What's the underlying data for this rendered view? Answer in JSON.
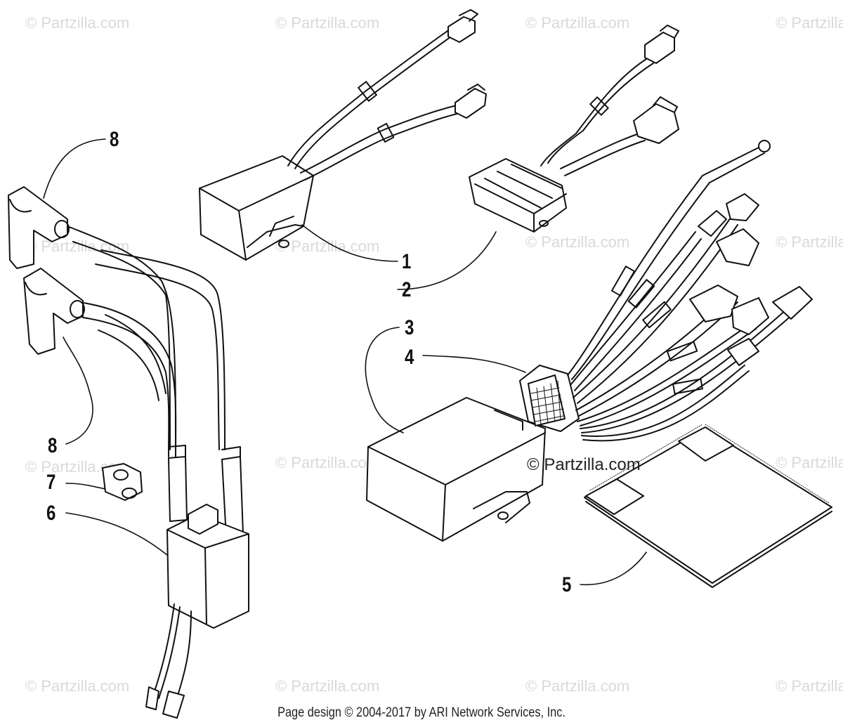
{
  "watermark_text": "© Partzilla.com",
  "center_watermark": "© Partzilla.com",
  "footer": "Page design © 2004-2017 by ARI Network Services, Inc.",
  "callouts": {
    "c1": "1",
    "c2": "2",
    "c3": "3",
    "c4": "4",
    "c5": "5",
    "c6": "6",
    "c7": "7",
    "c8a": "8",
    "c8b": "8"
  },
  "colors": {
    "line": "#111111",
    "watermark": "#d9d9d9",
    "background": "#ffffff"
  }
}
